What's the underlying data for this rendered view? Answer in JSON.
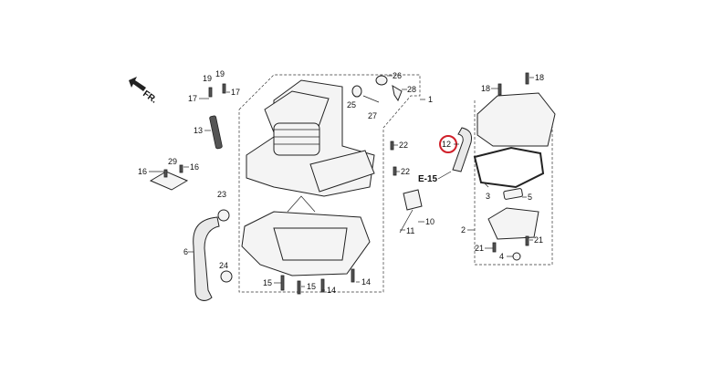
{
  "diagram": {
    "direction_label": "FR.",
    "reference_label": "E-15",
    "highlight_color": "#d0202a",
    "callouts": {
      "c1": "1",
      "c2": "2",
      "c3": "3",
      "c4": "4",
      "c5": "5",
      "c6": "6",
      "c10": "10",
      "c11": "11",
      "c12": "12",
      "c13": "13",
      "c14a": "14",
      "c14b": "14",
      "c15a": "15",
      "c15b": "15",
      "c16a": "16",
      "c16b": "16",
      "c17a": "17",
      "c17b": "17",
      "c18a": "18",
      "c18b": "18",
      "c19a": "19",
      "c19b": "19",
      "c21a": "21",
      "c21b": "21",
      "c22a": "22",
      "c22b": "22",
      "c23": "23",
      "c24": "24",
      "c25": "25",
      "c26": "26",
      "c27": "27",
      "c28": "28",
      "c29": "29"
    }
  }
}
